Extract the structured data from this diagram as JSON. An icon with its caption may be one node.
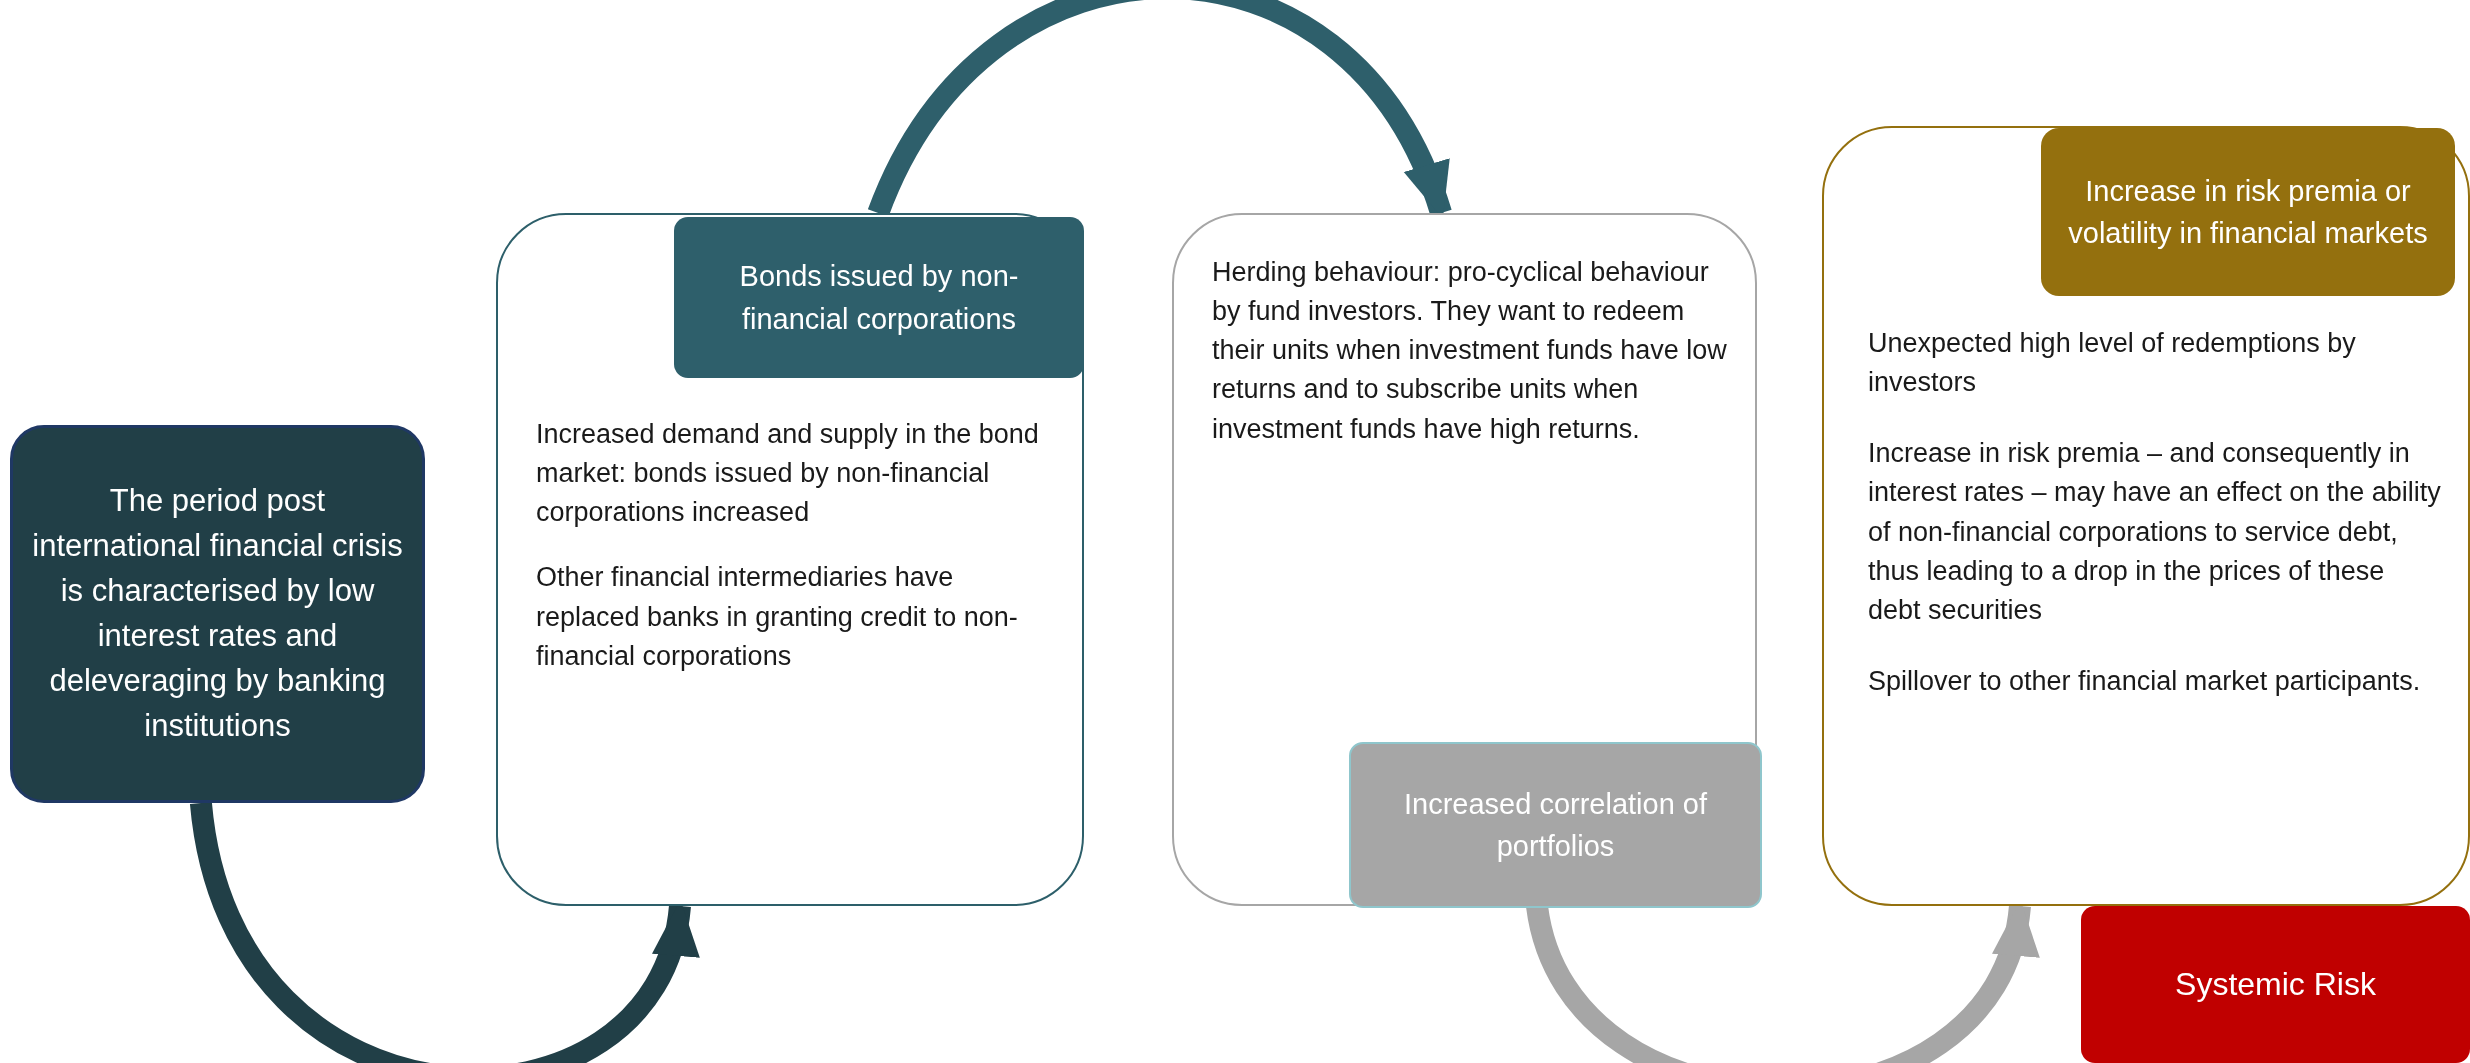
{
  "diagram": {
    "nodes": [
      {
        "text": [
          "The period post international financial crisis is characterised by low interest rates and deleveraging by banking institutions"
        ]
      },
      {
        "text": [
          "Increased demand and supply in the bond market: bonds issued by non-financial corporations increased",
          "Other financial intermediaries have replaced banks in granting credit to non-financial corporations"
        ]
      },
      {
        "text": [
          "Bonds issued by non-financial corporations"
        ],
        "in": 1
      },
      {
        "text": [
          "Herding behaviour: pro-cyclical behaviour by fund investors. They want to redeem their units when investment funds have low returns and to subscribe units when investment funds have high returns."
        ]
      },
      {
        "text": [
          "Increased correlation of portfolios"
        ],
        "in": 3
      },
      {
        "text": [
          "Unexpected high level of redemptions by investors",
          "Increase in risk premia – and consequently in interest rates – may have an effect on the ability of non-financial corporations to service debt, thus leading to a drop in the prices of these debt securities",
          "Spillover to other financial market participants."
        ]
      },
      {
        "text": [
          "Increase in risk premia or volatility in financial markets"
        ],
        "in": 5
      },
      {
        "text": [
          "Systemic Risk"
        ]
      }
    ],
    "edges": [
      {
        "from": 0,
        "to": 1,
        "arrow": "to",
        "color": "#213f47"
      },
      {
        "from": 1,
        "to": 3,
        "arrow": "to",
        "color": "#2e5f6b"
      },
      {
        "from": 4,
        "to": 5,
        "arrow": "to",
        "color": "#a6a6a6"
      }
    ]
  }
}
